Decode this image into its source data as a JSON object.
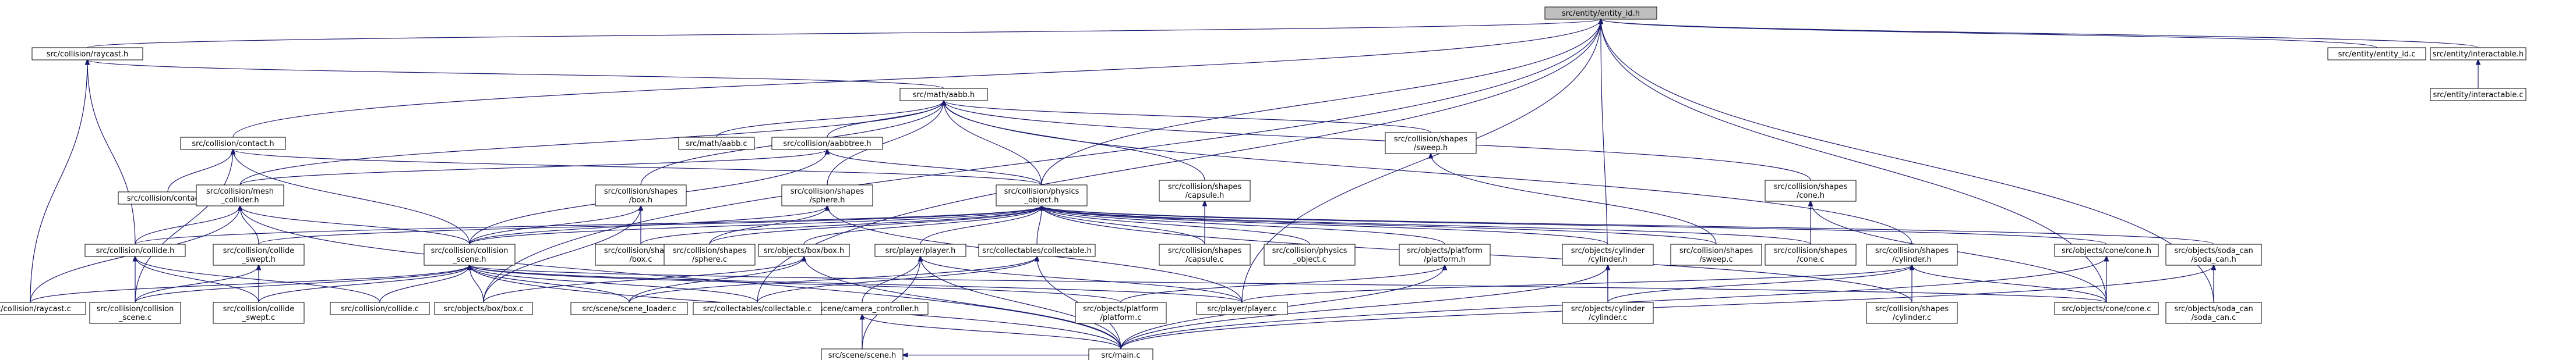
{
  "colors": {
    "edge": "#191970",
    "node_fill": "#ffffff",
    "node_border": "#000000",
    "focus_fill": "#bfbfbf",
    "node_border_highlight": "#ff0000"
  },
  "nodes": [
    {
      "id": "entity_id_h",
      "lines": [
        "src/entity/entity_id.h"
      ],
      "focus": true
    },
    {
      "id": "raycast_h",
      "lines": [
        "src/collision/raycast.h"
      ]
    },
    {
      "id": "aabb_h",
      "lines": [
        "src/math/aabb.h"
      ],
      "highlight": true
    },
    {
      "id": "contact_h",
      "lines": [
        "src/collision/contact.h"
      ]
    },
    {
      "id": "aabb_c",
      "lines": [
        "src/math/aabb.c"
      ]
    },
    {
      "id": "aabbtree_h",
      "lines": [
        "src/collision/aabbtree.h"
      ],
      "highlight": true
    },
    {
      "id": "sweep_h",
      "lines": [
        "src/collision/shapes",
        "/sweep.h"
      ]
    },
    {
      "id": "capsule_h",
      "lines": [
        "src/collision/shapes",
        "/capsule.h"
      ]
    },
    {
      "id": "cone_h",
      "lines": [
        "src/collision/shapes",
        "/cone.h"
      ]
    },
    {
      "id": "entity_id_c",
      "lines": [
        "src/entity/entity_id.c"
      ]
    },
    {
      "id": "interactable_h",
      "lines": [
        "src/entity/interactable.h"
      ]
    },
    {
      "id": "interactable_c",
      "lines": [
        "src/entity/interactable.c"
      ]
    },
    {
      "id": "contact_c",
      "lines": [
        "src/collision/contact.c"
      ]
    },
    {
      "id": "mesh_collider_h",
      "lines": [
        "src/collision/mesh",
        "_collider.h"
      ],
      "highlight": true
    },
    {
      "id": "box_h",
      "lines": [
        "src/collision/shapes",
        "/box.h"
      ]
    },
    {
      "id": "sphere_h",
      "lines": [
        "src/collision/shapes",
        "/sphere.h"
      ]
    },
    {
      "id": "physics_object_h",
      "lines": [
        "src/collision/physics",
        "_object.h"
      ]
    },
    {
      "id": "collide_h",
      "lines": [
        "src/collision/collide.h"
      ]
    },
    {
      "id": "collide_swept_h",
      "lines": [
        "src/collision/collide",
        "_swept.h"
      ]
    },
    {
      "id": "collision_scene_h",
      "lines": [
        "src/collision/collision",
        "_scene.h"
      ]
    },
    {
      "id": "box_c",
      "lines": [
        "src/collision/shapes",
        "/box.c"
      ]
    },
    {
      "id": "sphere_c",
      "lines": [
        "src/collision/shapes",
        "/sphere.c"
      ]
    },
    {
      "id": "box_box_h",
      "lines": [
        "src/objects/box/box.h"
      ]
    },
    {
      "id": "player_h",
      "lines": [
        "src/player/player.h"
      ]
    },
    {
      "id": "collectable_h",
      "lines": [
        "src/collectables/collectable.h"
      ]
    },
    {
      "id": "capsule_c",
      "lines": [
        "src/collision/shapes",
        "/capsule.c"
      ]
    },
    {
      "id": "physics_object_c",
      "lines": [
        "src/collision/physics",
        "_object.c"
      ]
    },
    {
      "id": "platform_h",
      "lines": [
        "src/objects/platform",
        "/platform.h"
      ]
    },
    {
      "id": "obj_cylinder_h",
      "lines": [
        "src/objects/cylinder",
        "/cylinder.h"
      ]
    },
    {
      "id": "sweep_c",
      "lines": [
        "src/collision/shapes",
        "/sweep.c"
      ]
    },
    {
      "id": "cone_c",
      "lines": [
        "src/collision/shapes",
        "/cone.c"
      ]
    },
    {
      "id": "shape_cylinder_h",
      "lines": [
        "src/collision/shapes",
        "/cylinder.h"
      ]
    },
    {
      "id": "obj_cone_h",
      "lines": [
        "src/objects/cone/cone.h"
      ]
    },
    {
      "id": "soda_can_h",
      "lines": [
        "src/objects/soda_can",
        "/soda_can.h"
      ]
    },
    {
      "id": "raycast_c",
      "lines": [
        "src/collision/raycast.c"
      ]
    },
    {
      "id": "collision_scene_c",
      "lines": [
        "src/collision/collision",
        "_scene.c"
      ]
    },
    {
      "id": "collide_swept_c",
      "lines": [
        "src/collision/collide",
        "_swept.c"
      ]
    },
    {
      "id": "collide_c",
      "lines": [
        "src/collision/collide.c"
      ]
    },
    {
      "id": "box_box_c",
      "lines": [
        "src/objects/box/box.c"
      ]
    },
    {
      "id": "scene_loader_c",
      "lines": [
        "src/scene/scene_loader.c"
      ]
    },
    {
      "id": "camera_controller_h",
      "lines": [
        "src/scene/camera_controller.h"
      ],
      "highlight": true
    },
    {
      "id": "collectable_c",
      "lines": [
        "src/collectables/collectable.c"
      ]
    },
    {
      "id": "platform_c",
      "lines": [
        "src/objects/platform",
        "/platform.c"
      ]
    },
    {
      "id": "player_c",
      "lines": [
        "src/player/player.c"
      ]
    },
    {
      "id": "obj_cylinder_c",
      "lines": [
        "src/objects/cylinder",
        "/cylinder.c"
      ]
    },
    {
      "id": "shape_cylinder_c",
      "lines": [
        "src/collision/shapes",
        "/cylinder.c"
      ]
    },
    {
      "id": "obj_cone_c",
      "lines": [
        "src/objects/cone/cone.c"
      ]
    },
    {
      "id": "soda_can_c",
      "lines": [
        "src/objects/soda_can",
        "/soda_can.c"
      ]
    },
    {
      "id": "scene_h",
      "lines": [
        "src/scene/scene.h"
      ],
      "highlight": true
    },
    {
      "id": "main_c",
      "lines": [
        "src/main.c"
      ]
    }
  ],
  "edges": [
    [
      "entity_id_h",
      "raycast_h"
    ],
    [
      "entity_id_h",
      "contact_h"
    ],
    [
      "entity_id_h",
      "physics_object_h"
    ],
    [
      "entity_id_h",
      "entity_id_c"
    ],
    [
      "entity_id_h",
      "interactable_h"
    ],
    [
      "entity_id_h",
      "box_box_c"
    ],
    [
      "entity_id_h",
      "player_c"
    ],
    [
      "entity_id_h",
      "collectable_c"
    ],
    [
      "entity_id_h",
      "obj_cone_c"
    ],
    [
      "entity_id_h",
      "soda_can_c"
    ],
    [
      "entity_id_h",
      "obj_cylinder_c"
    ],
    [
      "raycast_h",
      "aabb_h"
    ],
    [
      "raycast_h",
      "collide_h"
    ],
    [
      "raycast_h",
      "raycast_c"
    ],
    [
      "aabb_h",
      "aabb_c"
    ],
    [
      "aabb_h",
      "aabbtree_h"
    ],
    [
      "aabb_h",
      "sweep_h"
    ],
    [
      "aabb_h",
      "capsule_h"
    ],
    [
      "aabb_h",
      "cone_h"
    ],
    [
      "aabb_h",
      "physics_object_h"
    ],
    [
      "aabb_h",
      "mesh_collider_h"
    ],
    [
      "aabb_h",
      "box_h"
    ],
    [
      "aabb_h",
      "sphere_h"
    ],
    [
      "aabb_h",
      "shape_cylinder_h"
    ],
    [
      "contact_h",
      "contact_c"
    ],
    [
      "contact_h",
      "physics_object_h"
    ],
    [
      "contact_h",
      "collision_scene_h"
    ],
    [
      "contact_h",
      "collision_scene_c"
    ],
    [
      "aabbtree_h",
      "physics_object_h"
    ],
    [
      "aabbtree_h",
      "mesh_collider_h"
    ],
    [
      "aabbtree_h",
      "collision_scene_h"
    ],
    [
      "sweep_h",
      "sweep_c"
    ],
    [
      "capsule_h",
      "capsule_c"
    ],
    [
      "cone_h",
      "cone_c"
    ],
    [
      "cone_h",
      "obj_cone_c"
    ],
    [
      "interactable_h",
      "interactable_c"
    ],
    [
      "mesh_collider_h",
      "collide_h"
    ],
    [
      "mesh_collider_h",
      "collide_swept_h"
    ],
    [
      "mesh_collider_h",
      "collision_scene_h"
    ],
    [
      "mesh_collider_h",
      "raycast_c"
    ],
    [
      "mesh_collider_h",
      "main_c"
    ],
    [
      "box_h",
      "box_c"
    ],
    [
      "box_h",
      "box_box_c"
    ],
    [
      "box_h",
      "collision_scene_h"
    ],
    [
      "sphere_h",
      "sphere_c"
    ],
    [
      "sphere_h",
      "collision_scene_h"
    ],
    [
      "sphere_h",
      "player_c"
    ],
    [
      "physics_object_h",
      "collide_h"
    ],
    [
      "physics_object_h",
      "collide_swept_h"
    ],
    [
      "physics_object_h",
      "collision_scene_h"
    ],
    [
      "physics_object_h",
      "box_c"
    ],
    [
      "physics_object_h",
      "sphere_c"
    ],
    [
      "physics_object_h",
      "box_box_h"
    ],
    [
      "physics_object_h",
      "player_h"
    ],
    [
      "physics_object_h",
      "collectable_h"
    ],
    [
      "physics_object_h",
      "capsule_c"
    ],
    [
      "physics_object_h",
      "physics_object_c"
    ],
    [
      "physics_object_h",
      "platform_h"
    ],
    [
      "physics_object_h",
      "obj_cylinder_h"
    ],
    [
      "physics_object_h",
      "sweep_c"
    ],
    [
      "physics_object_h",
      "cone_c"
    ],
    [
      "physics_object_h",
      "shape_cylinder_c"
    ],
    [
      "physics_object_h",
      "obj_cone_h"
    ],
    [
      "physics_object_h",
      "soda_can_h"
    ],
    [
      "collide_h",
      "collision_scene_c"
    ],
    [
      "collide_h",
      "collide_c"
    ],
    [
      "collide_h",
      "collide_swept_c"
    ],
    [
      "collide_swept_h",
      "collision_scene_c"
    ],
    [
      "collide_swept_h",
      "collide_swept_c"
    ],
    [
      "collision_scene_h",
      "raycast_c"
    ],
    [
      "collision_scene_h",
      "collision_scene_c"
    ],
    [
      "collision_scene_h",
      "collide_swept_c"
    ],
    [
      "collision_scene_h",
      "collide_c"
    ],
    [
      "collision_scene_h",
      "box_box_c"
    ],
    [
      "collision_scene_h",
      "scene_loader_c"
    ],
    [
      "collision_scene_h",
      "collectable_c"
    ],
    [
      "collision_scene_h",
      "platform_c"
    ],
    [
      "collision_scene_h",
      "player_c"
    ],
    [
      "collision_scene_h",
      "obj_cone_c"
    ],
    [
      "collision_scene_h",
      "main_c"
    ],
    [
      "box_box_h",
      "box_box_c"
    ],
    [
      "box_box_h",
      "scene_loader_c"
    ],
    [
      "box_box_h",
      "main_c"
    ],
    [
      "player_h",
      "player_c"
    ],
    [
      "player_h",
      "camera_controller_h"
    ],
    [
      "player_h",
      "scene_h"
    ],
    [
      "player_h",
      "main_c"
    ],
    [
      "collectable_h",
      "collectable_c"
    ],
    [
      "collectable_h",
      "scene_loader_c"
    ],
    [
      "collectable_h",
      "main_c"
    ],
    [
      "platform_h",
      "platform_c"
    ],
    [
      "platform_h",
      "main_c"
    ],
    [
      "obj_cylinder_h",
      "obj_cylinder_c"
    ],
    [
      "obj_cylinder_h",
      "main_c"
    ],
    [
      "shape_cylinder_h",
      "shape_cylinder_c"
    ],
    [
      "shape_cylinder_h",
      "obj_cylinder_c"
    ],
    [
      "shape_cylinder_h",
      "obj_cone_c"
    ],
    [
      "shape_cylinder_h",
      "player_c"
    ],
    [
      "obj_cone_h",
      "obj_cone_c"
    ],
    [
      "obj_cone_h",
      "main_c"
    ],
    [
      "soda_can_h",
      "soda_can_c"
    ],
    [
      "soda_can_h",
      "main_c"
    ],
    [
      "camera_controller_h",
      "scene_h"
    ],
    [
      "camera_controller_h",
      "main_c"
    ],
    [
      "scene_h",
      "main_c"
    ]
  ]
}
